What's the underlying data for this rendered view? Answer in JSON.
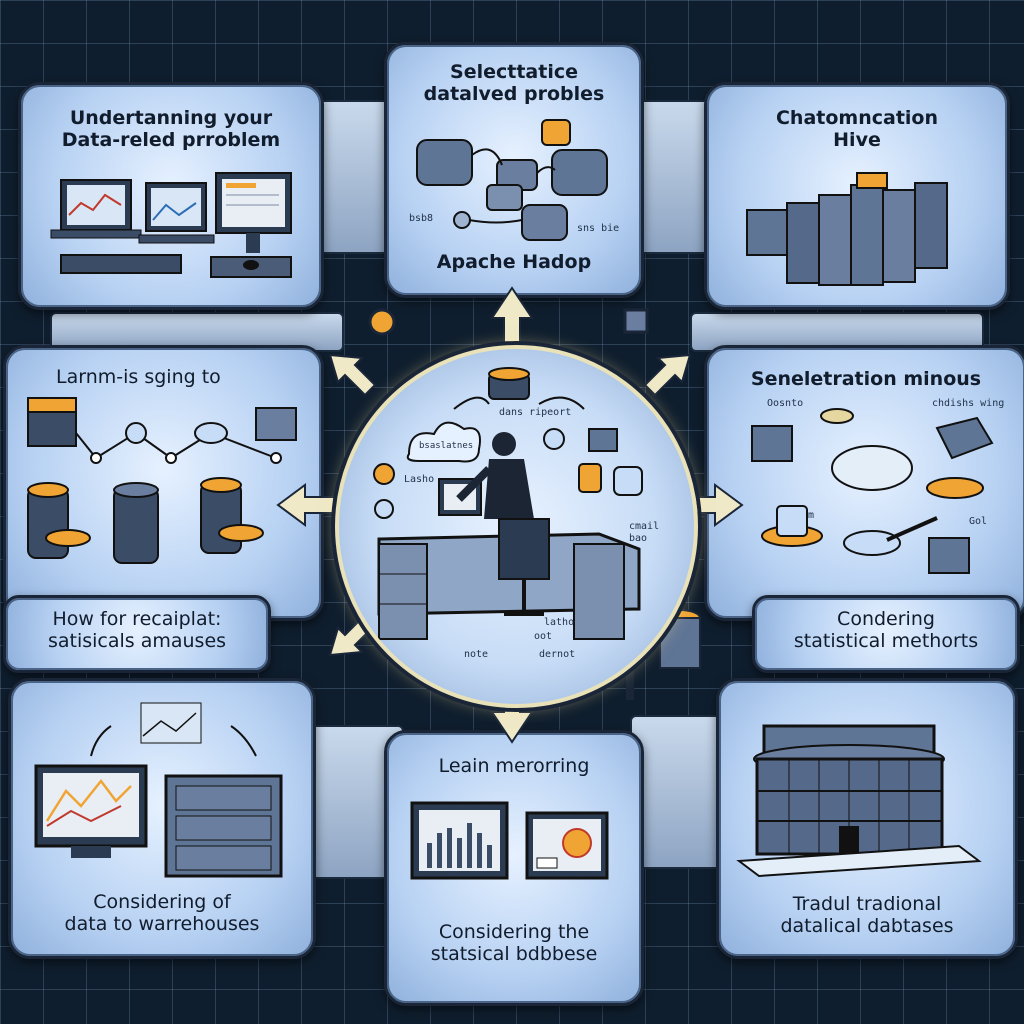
{
  "panels": {
    "top_left": {
      "line1": "Undertanning your",
      "line2": "Data-reled prroblem"
    },
    "top_center": {
      "line1": "Selecttatice",
      "line2": "datalved probles",
      "footer": "Apache Hadop",
      "note_left": "bsb8",
      "note_right": "sns bie"
    },
    "top_right": {
      "line1": "Chatomncation",
      "line2": "Hive"
    },
    "mid_left": {
      "title": "Larnm-is sging to",
      "footer1": "How for recaiplat:",
      "footer2": "satisicals   amauses"
    },
    "mid_right": {
      "title": "Seneletration minous",
      "note_a": "Oosnto",
      "note_b": "chdishs wing",
      "note_c": "Dm",
      "note_d": "Gol",
      "footer1": "Condering",
      "footer2": "statistical methorts"
    },
    "bottom_left": {
      "line1": "Considering of",
      "line2": "data to warrehouses"
    },
    "bottom_center": {
      "title": "Leain merorring",
      "line1": "Considering the",
      "line2": "statsical bdbbese"
    },
    "bottom_right": {
      "line1": "Tradul tradional",
      "line2": "datalical dabtases"
    }
  },
  "hub": {
    "cloud": "bsaslatnes",
    "note_top": "dans ripeort",
    "note_left": "Lasho",
    "note_right1": "cmail",
    "note_right2": "bao",
    "note_bottom1": "latho",
    "note_bottom2": "oot",
    "note_bottom3": "note",
    "note_bottom4": "dernot"
  },
  "colors": {
    "accent": "#f0a433",
    "panel_border": "#1a2638",
    "hub_ring": "#e9e2b8"
  }
}
